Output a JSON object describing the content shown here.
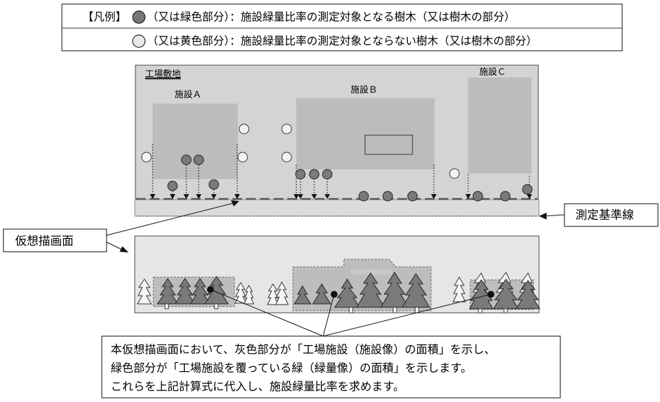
{
  "legend": {
    "bracket": "【凡例】",
    "row1": "（又は緑色部分）：施設緑量比率の測定対象となる樹木（又は樹木の部分）",
    "row2": "（又は黄色部分）：施設緑量比率の測定対象とならない樹木（又は樹木の部分）",
    "measured_color": "#888888",
    "unmeasured_color": "#e8e8e8"
  },
  "site_plan": {
    "site_label": "工場敷地",
    "facility_a": "施設Ａ",
    "facility_b": "施設Ｂ",
    "facility_c": "施設Ｃ"
  },
  "labels": {
    "reference_line": "測定基準線",
    "virtual_plane": "仮想描画面"
  },
  "note": {
    "line1": "本仮想描画面において、灰色部分が「工場施設（施設像）の面積」を示し、",
    "line2": "緑色部分が「工場施設を覆っている緑（緑量像）の面積」を示します。",
    "line3": "これらを上記計算式に代入し、施設緑量比率を求めます。"
  },
  "colors": {
    "site_bg": "#d4d4d4",
    "facility": "#b8b8b8",
    "reference_band": "#dcdcdc",
    "virtual_bg": "#e6e6e6",
    "tree_green": "#7a7a7a"
  }
}
